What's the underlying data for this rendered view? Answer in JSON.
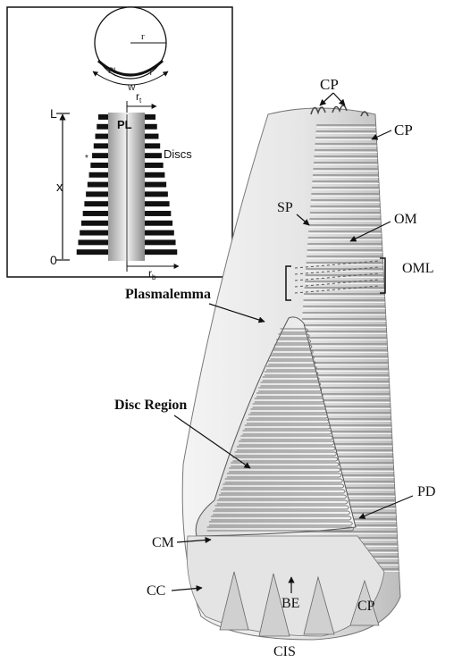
{
  "inset": {
    "labels": {
      "radius": "r",
      "pl_arc": "PL",
      "thickness": "T",
      "width": "W",
      "top_length": "L",
      "position": "x",
      "bottom": "0",
      "pl_cone": "PL",
      "discs": "Discs",
      "r_top": "r",
      "r_top_sub": "t",
      "r_bottom": "r",
      "r_bottom_sub": "b",
      "asterisk": "*"
    },
    "disc_count": 15
  },
  "main": {
    "labels": {
      "cp_top": "CP",
      "cp_right": "CP",
      "sp": "SP",
      "om": "OM",
      "oml": "OML",
      "plasmalemma": "Plasmalemma",
      "disc_region": "Disc Region",
      "pd": "PD",
      "cm": "CM",
      "cc": "CC",
      "be": "BE",
      "cp_bottom": "CP",
      "cis": "CIS"
    }
  },
  "colors": {
    "line": "#111111",
    "shade": "#cfcfcf",
    "light": "#eeeeee",
    "mid": "#9a9a9a"
  }
}
